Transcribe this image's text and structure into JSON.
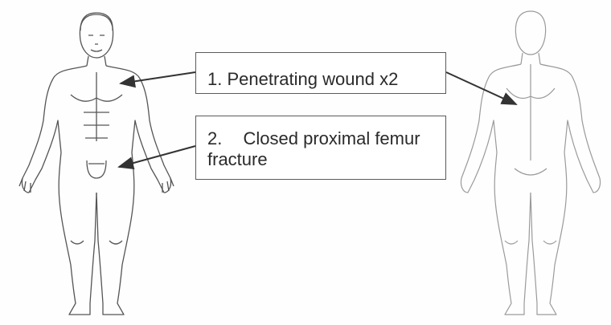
{
  "callouts": [
    {
      "number": "1.",
      "text": "Penetrating wound x2"
    },
    {
      "number": "2.",
      "text": "Closed proximal femur",
      "text_cont": "fracture"
    }
  ],
  "colors": {
    "front_outline": "#555555",
    "back_outline": "#9a9a9a",
    "box_border": "#5a5a5a",
    "text": "#2a2a2a"
  },
  "icons": [
    "front-body-outline",
    "back-body-outline",
    "pointer-arrow"
  ]
}
